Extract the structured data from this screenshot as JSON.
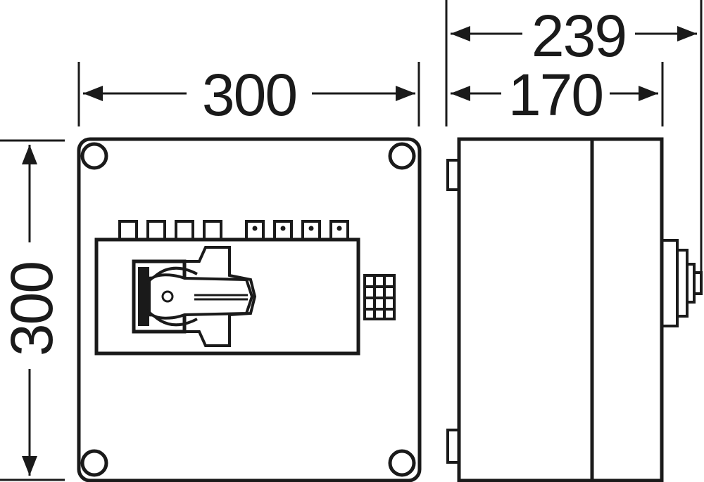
{
  "dimensions": {
    "front_width": "300",
    "front_height": "300",
    "side_total_depth": "239",
    "side_body_depth": "170"
  },
  "colors": {
    "line": "#1a1a1a",
    "background": "#ffffff"
  }
}
